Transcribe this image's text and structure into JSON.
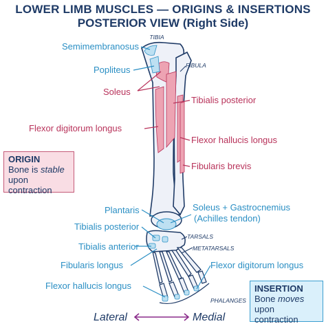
{
  "title_line1": "LOWER LIMB MUSCLES — ORIGINS & INSERTIONS",
  "title_line2": "POSTERIOR VIEW (Right Side)",
  "bones": {
    "tibia": "TIBIA",
    "fibula": "FIBULA",
    "tarsals": "TARSALS",
    "metatarsals": "METATARSALS",
    "phalanges": "PHALANGES"
  },
  "origins": [
    "Soleus",
    "Tibialis posterior",
    "Flexor digitorum longus",
    "Flexor hallucis longus",
    "Fibularis brevis"
  ],
  "insertions": [
    "Semimembranosus",
    "Popliteus",
    "Plantaris",
    "Soleus + Gastrocnemius",
    "(Achilles tendon)",
    "Tibialis posterior",
    "Tibialis anterior",
    "Fibularis longus",
    "Flexor hallucis longus",
    "Flexor digitorum longus"
  ],
  "legend": {
    "origin_title": "ORIGIN",
    "origin_desc_pre": "Bone is ",
    "origin_desc_em": "stable",
    "origin_desc_post": "upon contraction",
    "insertion_title": "INSERTION",
    "insertion_desc_pre": "Bone ",
    "insertion_desc_em": "moves",
    "insertion_desc_post": "upon contraction"
  },
  "orientation": {
    "lateral": "Lateral",
    "medial": "Medial"
  },
  "colors": {
    "origin": "#b8325a",
    "insertion": "#2b8fc4",
    "bone_fill": "#eef1f8",
    "bone_stroke": "#1e3a66",
    "origin_area": "#eda3b3",
    "insertion_area": "#bde0f2"
  }
}
